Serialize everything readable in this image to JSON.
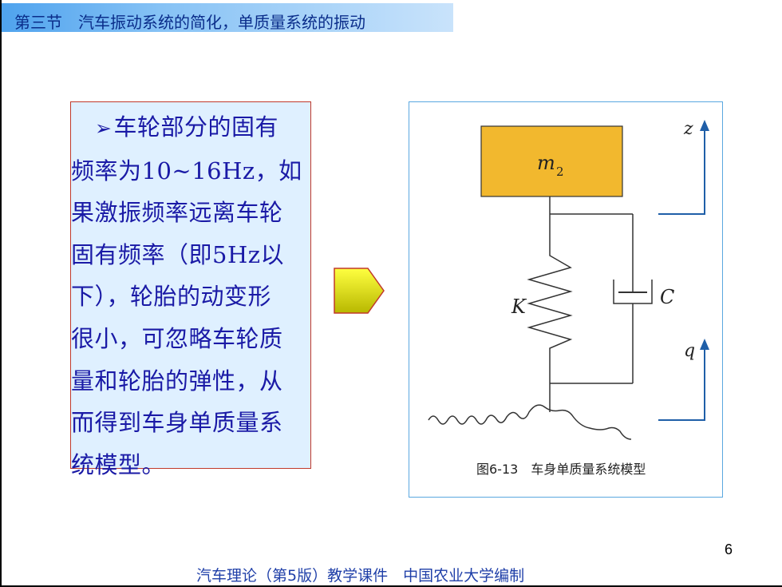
{
  "header": {
    "title": "第三节　汽车振动系统的简化，单质量系统的振动"
  },
  "textbox": {
    "bullet": "➢",
    "lines": [
      "车轮部分的固有",
      "频率为10~16Hz，如",
      "果激振频率远离车轮",
      "固有频率（即5Hz以",
      "下），轮胎的动变形",
      "很小，可忽略车轮质",
      "量和轮胎的弹性，从",
      "而得到车身单质量系",
      "统模型。"
    ]
  },
  "figure": {
    "mass_label": "m",
    "mass_subscript": "2",
    "spring_label": "K",
    "damper_label": "C",
    "z_label": "z",
    "q_label": "q",
    "caption": "图6-13　车身单质量系统模型",
    "colors": {
      "mass": "#f2b82e",
      "axis": "#1f5fa8",
      "frame": "#5aa8e0"
    }
  },
  "arrow": {
    "icon": "right-pentagon-arrow-icon",
    "fill_from": "#f7f700",
    "fill_to": "#c8c800"
  },
  "page_number": "6",
  "footer": {
    "text": "汽车理论（第5版）教学课件　中国农业大学编制"
  }
}
